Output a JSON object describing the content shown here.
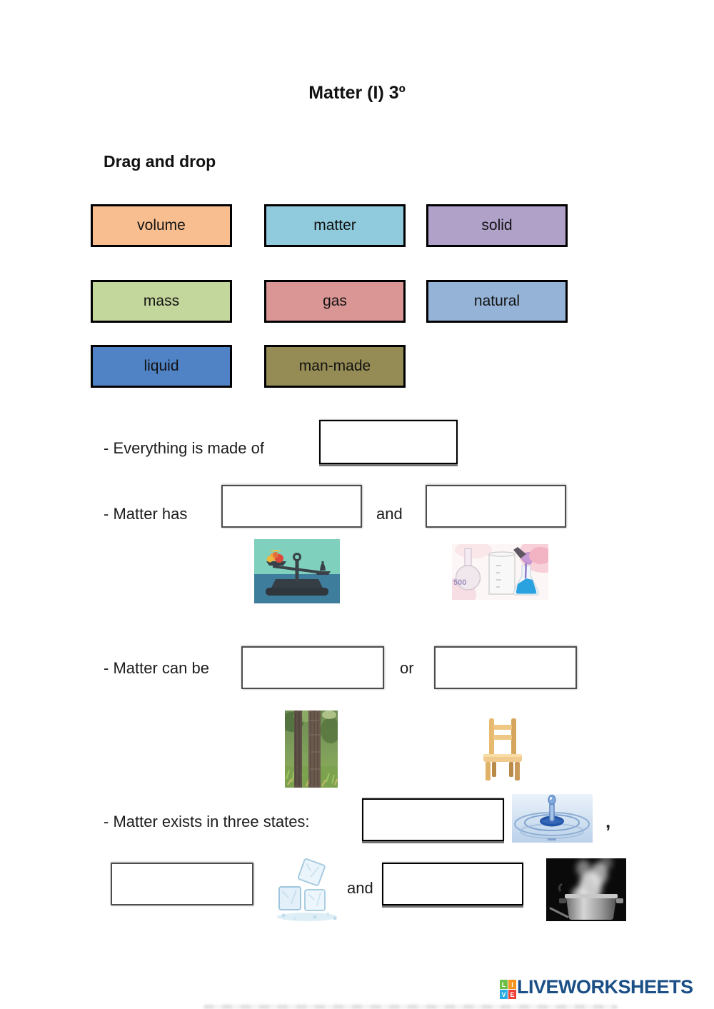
{
  "page": {
    "title": "Matter (I) 3º",
    "instruction": "Drag and drop"
  },
  "word_bank": {
    "items": [
      {
        "label": "volume",
        "color": "#F9BE8F"
      },
      {
        "label": "matter",
        "color": "#8FCBDD"
      },
      {
        "label": "solid",
        "color": "#B0A1C9"
      },
      {
        "label": "mass",
        "color": "#C3D69B"
      },
      {
        "label": "gas",
        "color": "#D99694"
      },
      {
        "label": "natural",
        "color": "#95B3D7"
      },
      {
        "label": "liquid",
        "color": "#5083C6"
      },
      {
        "label": "man-made",
        "color": "#958C55"
      }
    ]
  },
  "sentences": {
    "made_of": {
      "lead": "- Everything is made of"
    },
    "matter_has": {
      "lead": "- Matter has",
      "conj": "and"
    },
    "can_be": {
      "lead": "- Matter can be",
      "conj": "or"
    },
    "three_states": {
      "lead": "- Matter exists in three states:",
      "comma": ",",
      "conj": "and"
    }
  },
  "images": {
    "balance_scale": "balance-scale-with-fruit",
    "beakers": "beakers-with-blue-liquid",
    "beakers_label": "500",
    "tree": "tree-trunks-photo",
    "chair": "wooden-chair",
    "water_drop": "water-drop-splash",
    "ice_cubes": "ice-cubes",
    "boiling_pot": "steaming-pot"
  },
  "footer": {
    "brand": "LIVEWORKSHEETS",
    "brand_color": "#1B4F85",
    "logo_letters": [
      {
        "letter": "L",
        "color": "#6CBE45"
      },
      {
        "letter": "I",
        "color": "#F7941E"
      },
      {
        "letter": "V",
        "color": "#29ABE2"
      },
      {
        "letter": "E",
        "color": "#EE4036"
      }
    ]
  }
}
